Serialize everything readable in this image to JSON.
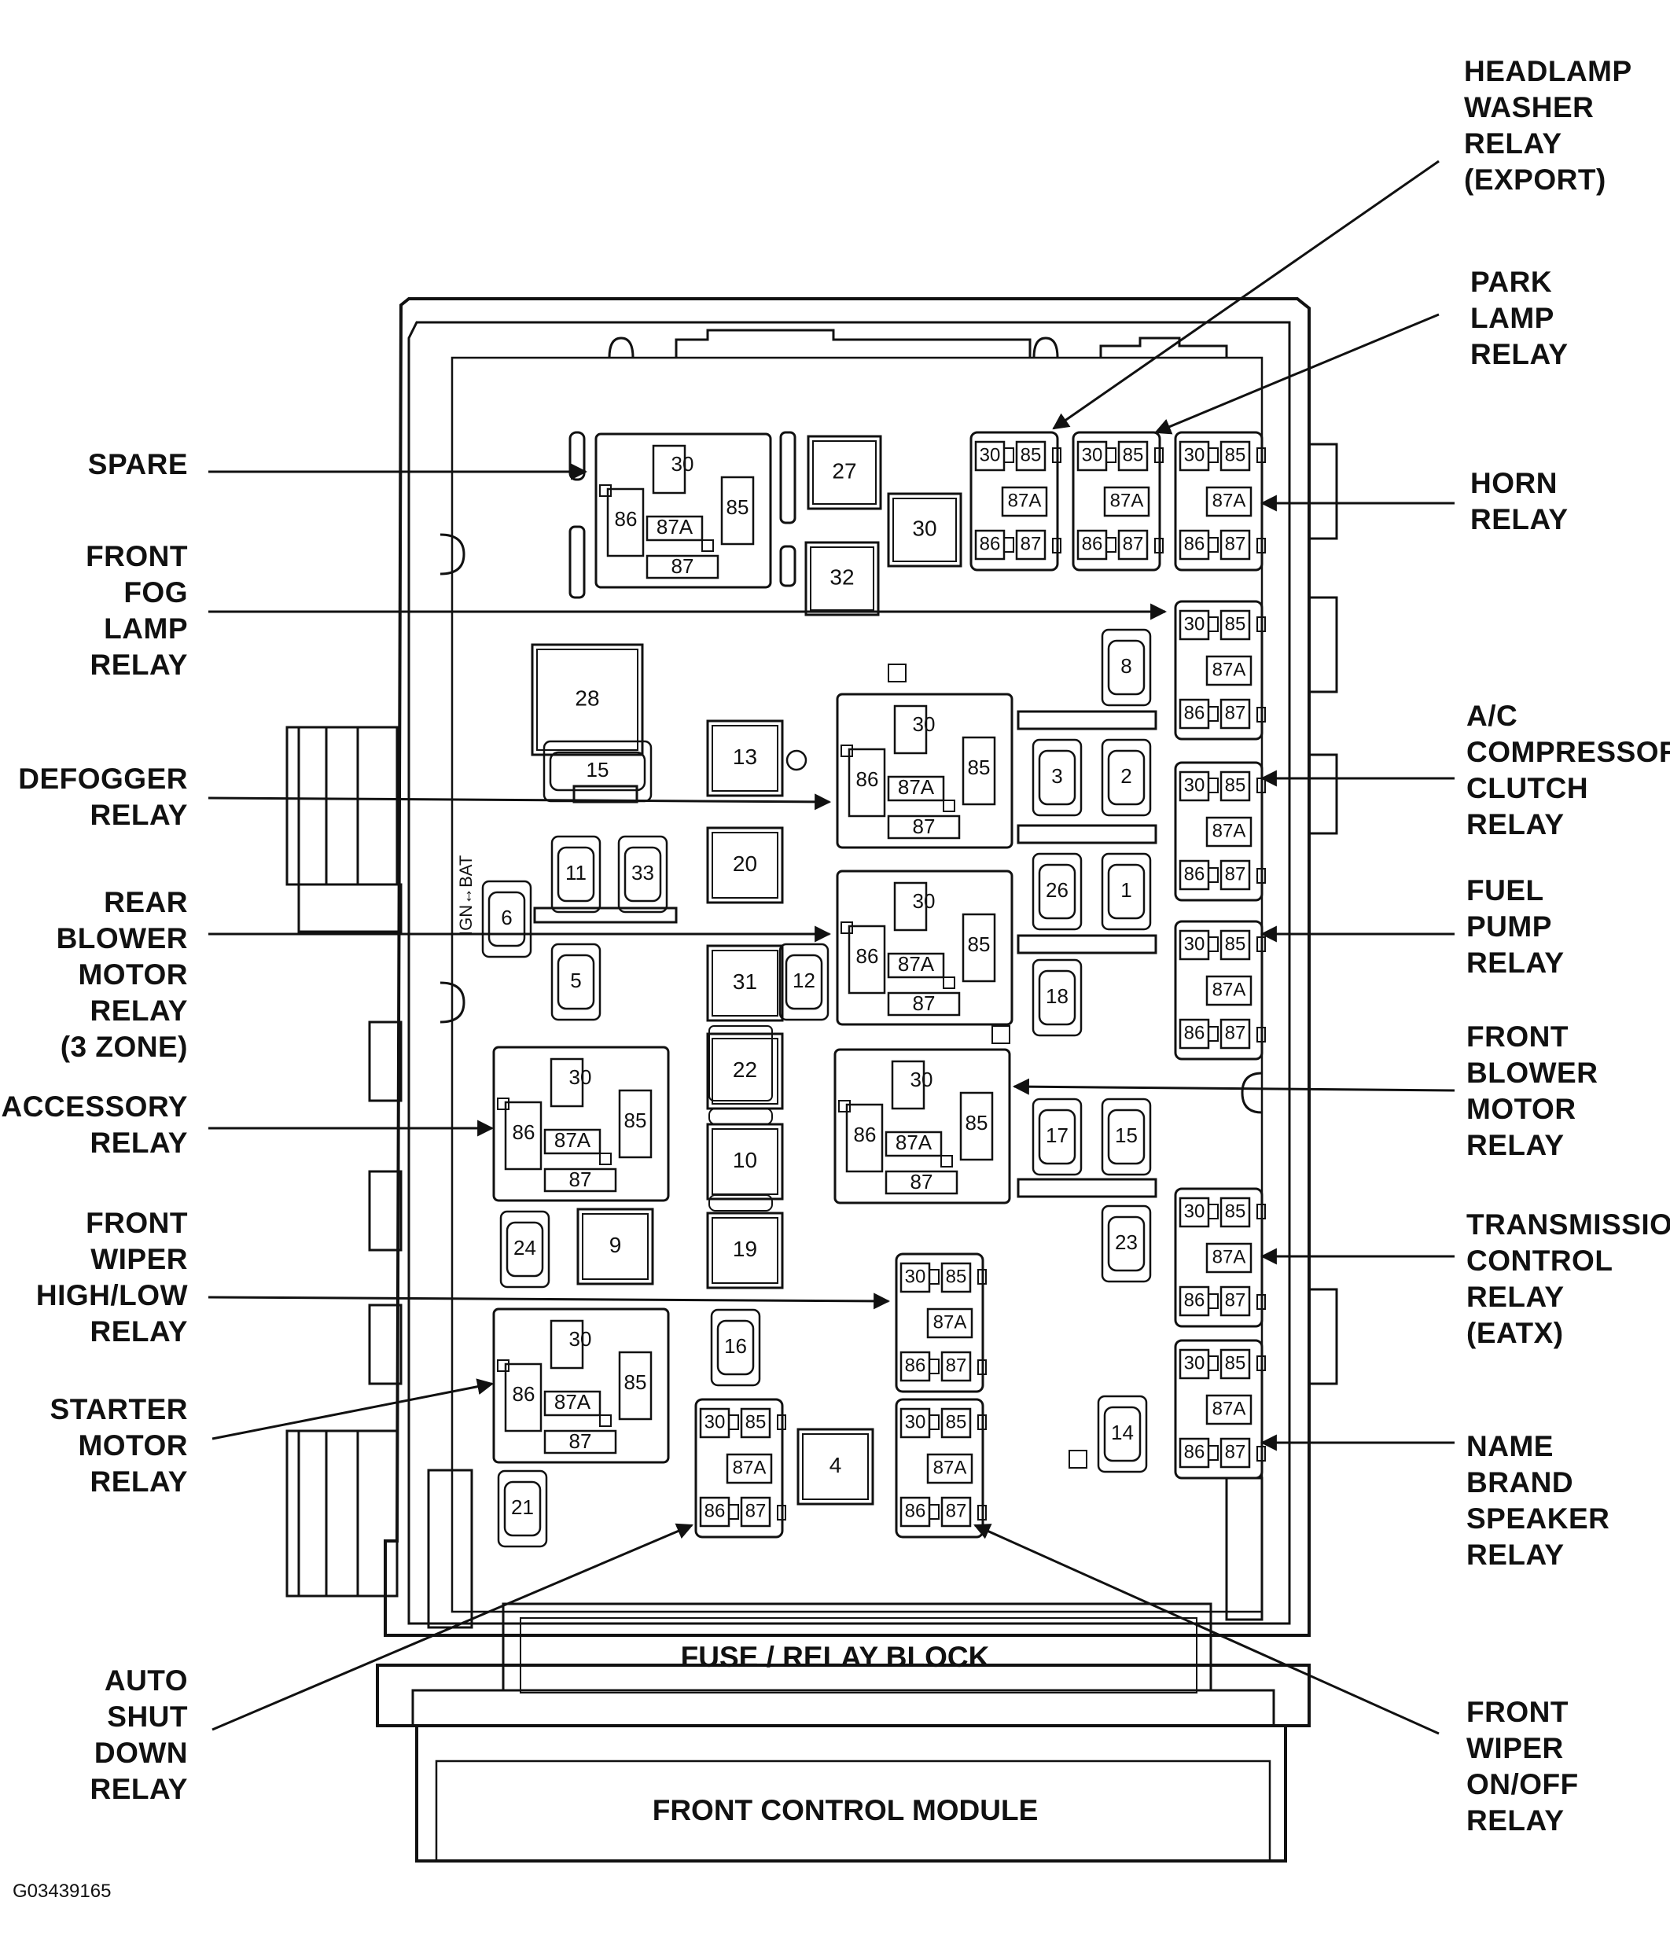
{
  "callouts_left": [
    {
      "id": "spare",
      "text": "SPARE"
    },
    {
      "id": "front-fog-lamp-relay",
      "text": "FRONT\nFOG\nLAMP\nRELAY"
    },
    {
      "id": "defogger-relay",
      "text": "DEFOGGER\nRELAY"
    },
    {
      "id": "rear-blower-motor-relay",
      "text": "REAR\nBLOWER\nMOTOR\nRELAY\n(3 ZONE)"
    },
    {
      "id": "accessory-relay",
      "text": "ACCESSORY\nRELAY"
    },
    {
      "id": "front-wiper-high-low-relay",
      "text": "FRONT\nWIPER\nHIGH/LOW\nRELAY"
    },
    {
      "id": "starter-motor-relay",
      "text": "STARTER\nMOTOR\nRELAY"
    },
    {
      "id": "auto-shut-down-relay",
      "text": "AUTO\nSHUT\nDOWN\nRELAY"
    }
  ],
  "callouts_right": [
    {
      "id": "headlamp-washer-relay",
      "text": "HEADLAMP\nWASHER\nRELAY\n(EXPORT)"
    },
    {
      "id": "park-lamp-relay",
      "text": "PARK\nLAMP\nRELAY"
    },
    {
      "id": "horn-relay",
      "text": "HORN\nRELAY"
    },
    {
      "id": "ac-compressor-clutch-relay",
      "text": "A/C\nCOMPRESSOR\nCLUTCH\nRELAY"
    },
    {
      "id": "fuel-pump-relay",
      "text": "FUEL\nPUMP\nRELAY"
    },
    {
      "id": "front-blower-motor-relay",
      "text": "FRONT\nBLOWER\nMOTOR\nRELAY"
    },
    {
      "id": "transmission-control-relay",
      "text": "TRANSMISSION\nCONTROL\nRELAY\n(EATX)"
    },
    {
      "id": "name-brand-speaker-relay",
      "text": "NAME\nBRAND\nSPEAKER\nRELAY"
    },
    {
      "id": "front-wiper-on-off-relay",
      "text": "FRONT\nWIPER\nON/OFF\nRELAY"
    }
  ],
  "block_labels": {
    "fuse_relay_block": "FUSE / RELAY BLOCK",
    "front_control_module": "FRONT CONTROL MODULE",
    "ign_bat": "IGN↔BAT"
  },
  "figure_id": "G03439165",
  "terminal_labels": {
    "t30": "30",
    "t85": "85",
    "t86": "86",
    "t87": "87",
    "t87a": "87A"
  },
  "square_fuses": [
    "27",
    "30",
    "32",
    "28",
    "13",
    "20",
    "31",
    "22",
    "10",
    "19",
    "9",
    "4"
  ],
  "mini_fuses": [
    "15",
    "11",
    "33",
    "6",
    "5",
    "12",
    "8",
    "3",
    "2",
    "26",
    "1",
    "18",
    "17",
    "15",
    "23",
    "16",
    "24",
    "21",
    "14"
  ]
}
